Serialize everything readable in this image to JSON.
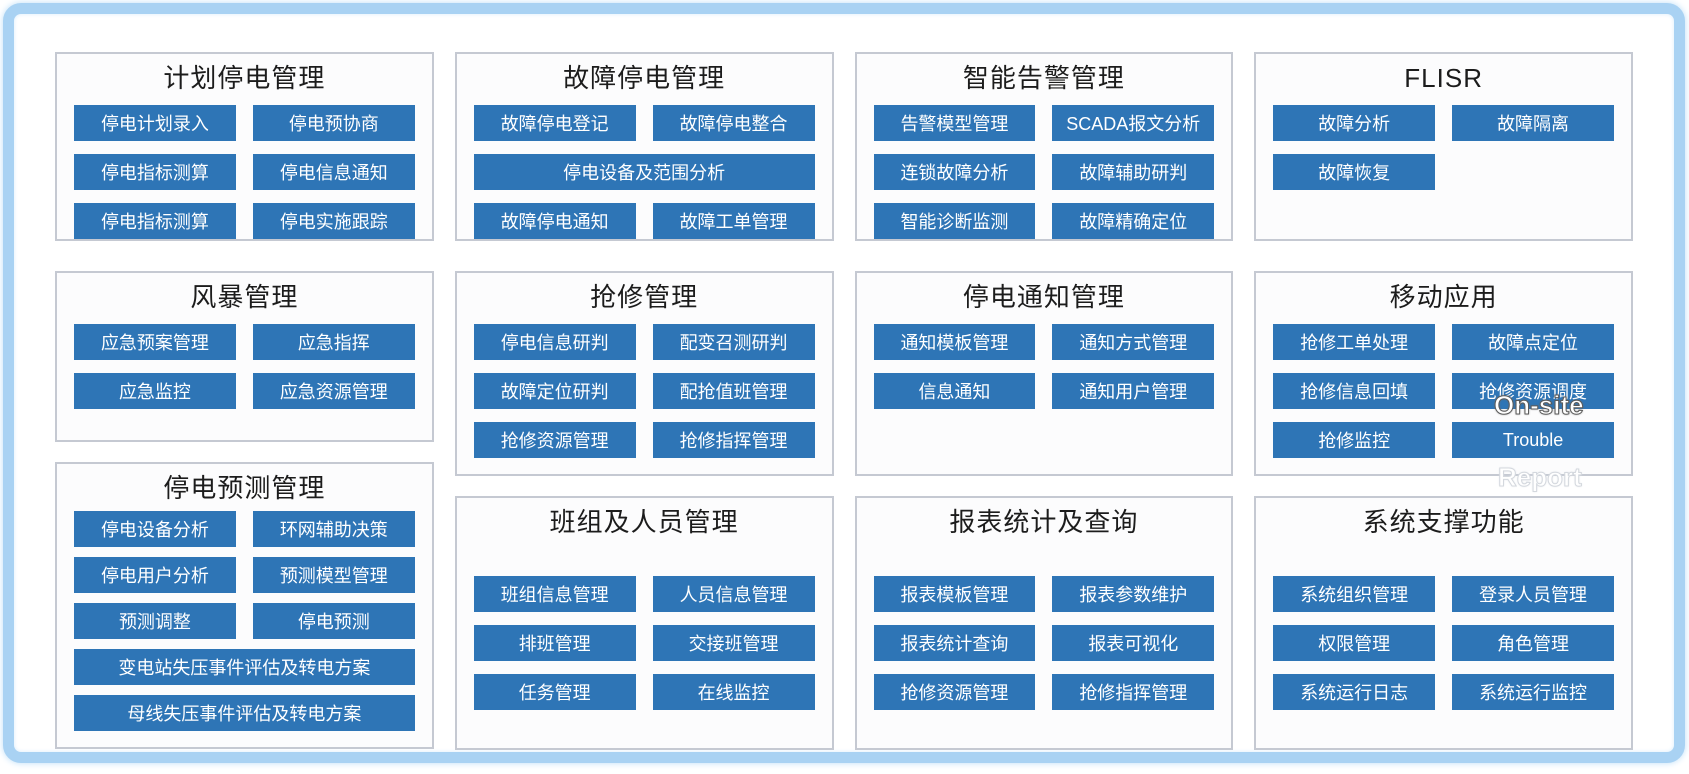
{
  "colors": {
    "button_bg": "#2e75b6",
    "button_text": "#ffffff",
    "panel_border": "#c5c9d2",
    "panel_bg": "#fcfcfd",
    "frame_border": "#a9d2f3",
    "title_text": "#1c1c1c"
  },
  "overlays": {
    "on_site": "On-site",
    "report": "Report"
  },
  "columns": [
    {
      "panels": [
        {
          "id": "planned-outage-management",
          "title": "计划停电管理",
          "rows": [
            [
              "停电计划录入",
              "停电预协商"
            ],
            [
              "停电指标测算",
              "停电信息通知"
            ],
            [
              "停电指标测算",
              "停电实施跟踪"
            ]
          ]
        },
        {
          "id": "storm-management",
          "title": "风暴管理",
          "rows": [
            [
              "应急预案管理",
              "应急指挥"
            ],
            [
              "应急监控",
              "应急资源管理"
            ]
          ]
        },
        {
          "id": "outage-forecast-management",
          "title": "停电预测管理",
          "rows": [
            [
              "停电设备分析",
              "环网辅助决策"
            ],
            [
              "停电用户分析",
              "预测模型管理"
            ],
            [
              "预测调整",
              "停电预测"
            ],
            [
              {
                "label": "变电站失压事件评估及转电方案",
                "wide": true
              }
            ],
            [
              {
                "label": "母线失压事件评估及转电方案",
                "wide": true
              }
            ]
          ]
        }
      ]
    },
    {
      "panels": [
        {
          "id": "fault-outage-management",
          "title": "故障停电管理",
          "rows": [
            [
              "故障停电登记",
              "故障停电整合"
            ],
            [
              {
                "label": "停电设备及范围分析",
                "wide": true
              }
            ],
            [
              "故障停电通知",
              "故障工单管理"
            ]
          ]
        },
        {
          "id": "repair-management",
          "title": "抢修管理",
          "rows": [
            [
              "停电信息研判",
              "配变召测研判"
            ],
            [
              "故障定位研判",
              "配抢值班管理"
            ],
            [
              "抢修资源管理",
              "抢修指挥管理"
            ]
          ]
        },
        {
          "id": "team-personnel-management",
          "title": "班组及人员管理",
          "rows": [
            [
              "班组信息管理",
              "人员信息管理"
            ],
            [
              "排班管理",
              "交接班管理"
            ],
            [
              "任务管理",
              "在线监控"
            ]
          ]
        }
      ]
    },
    {
      "panels": [
        {
          "id": "smart-alarm-management",
          "title": "智能告警管理",
          "rows": [
            [
              "告警模型管理",
              "SCADA报文分析"
            ],
            [
              "连锁故障分析",
              "故障辅助研判"
            ],
            [
              "智能诊断监测",
              "故障精确定位"
            ]
          ]
        },
        {
          "id": "outage-notification-management",
          "title": "停电通知管理",
          "rows": [
            [
              "通知模板管理",
              "通知方式管理"
            ],
            [
              "信息通知",
              "通知用户管理"
            ]
          ]
        },
        {
          "id": "report-statistics-query",
          "title": "报表统计及查询",
          "rows": [
            [
              "报表模板管理",
              "报表参数维护"
            ],
            [
              "报表统计查询",
              "报表可视化"
            ],
            [
              "抢修资源管理",
              "抢修指挥管理"
            ]
          ]
        }
      ]
    },
    {
      "panels": [
        {
          "id": "flisr",
          "title": "FLISR",
          "rows": [
            [
              "故障分析",
              "故障隔离"
            ],
            [
              "故障恢复"
            ]
          ]
        },
        {
          "id": "mobile-application",
          "title": "移动应用",
          "rows": [
            [
              "抢修工单处理",
              "故障点定位"
            ],
            [
              "抢修信息回填",
              "抢修资源调度"
            ],
            [
              "抢修监控",
              "Trouble"
            ]
          ]
        },
        {
          "id": "system-support-functions",
          "title": "系统支撑功能",
          "rows": [
            [
              "系统组织管理",
              "登录人员管理"
            ],
            [
              "权限管理",
              "角色管理"
            ],
            [
              "系统运行日志",
              "系统运行监控"
            ]
          ]
        }
      ]
    }
  ]
}
